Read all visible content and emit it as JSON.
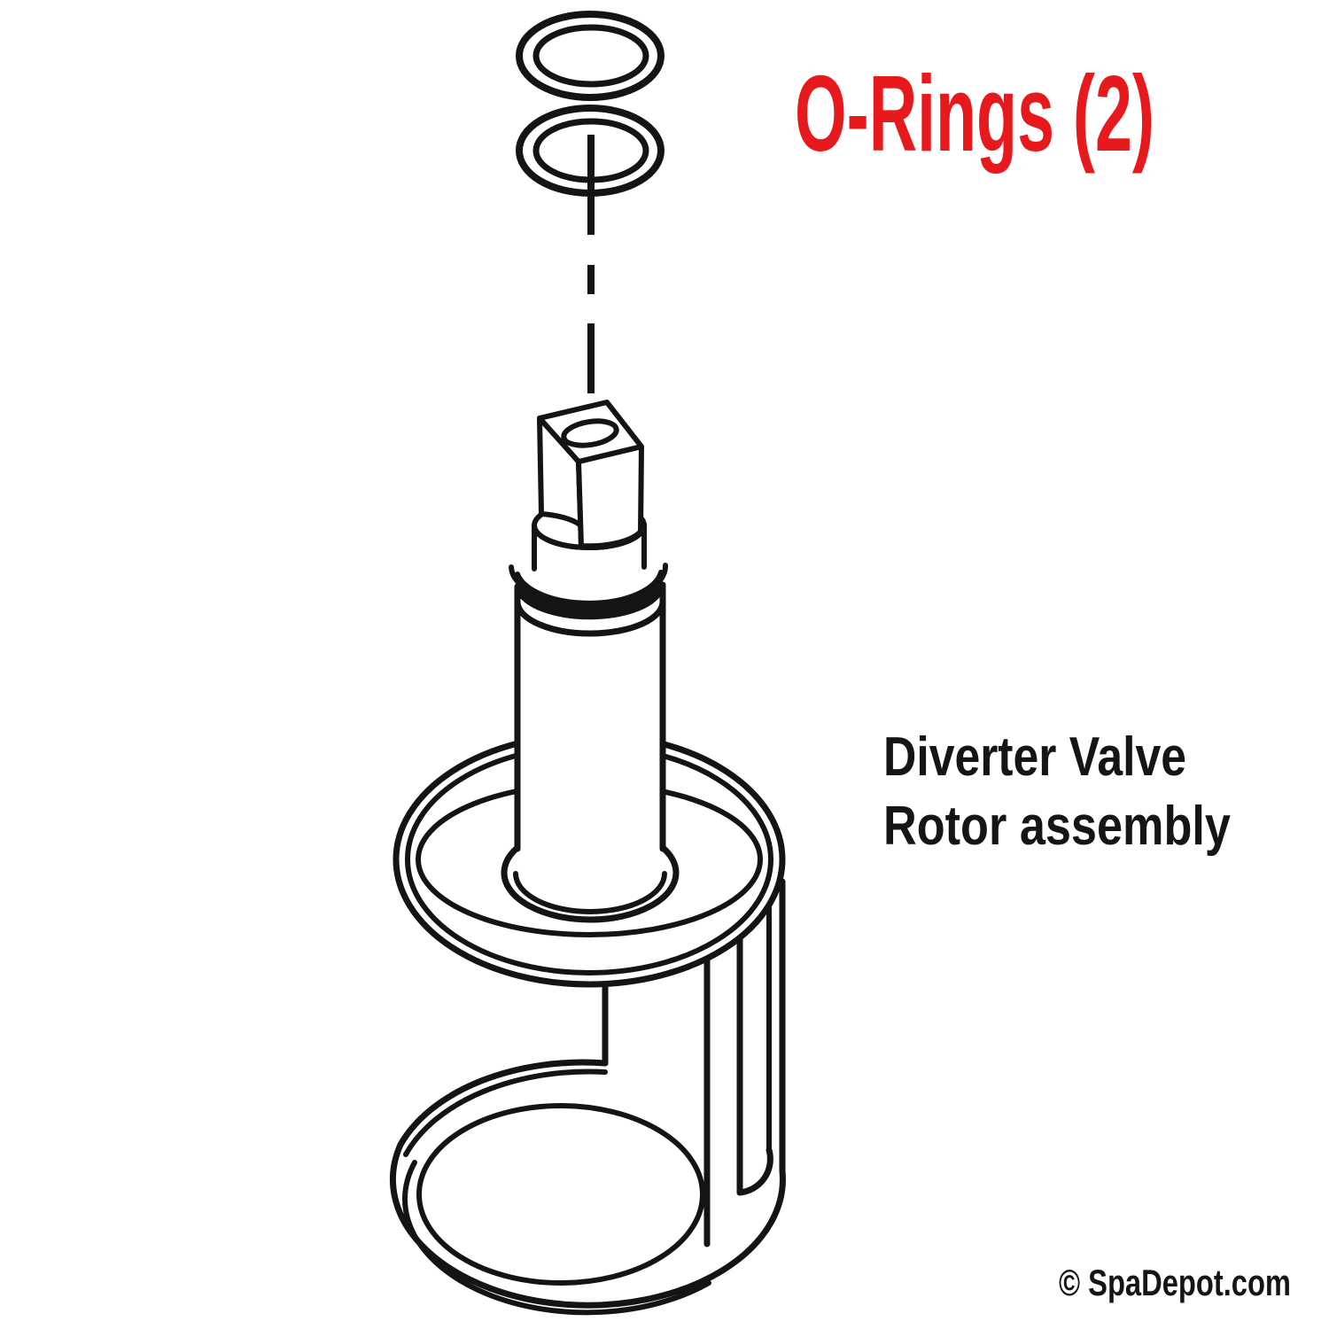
{
  "diagram": {
    "labels": {
      "o_rings": "O-Rings (2)",
      "part_name_line1": "Diverter Valve",
      "part_name_line2": "Rotor assembly",
      "copyright": "© SpaDepot.com"
    },
    "colors": {
      "accent_red": "#e8191c",
      "line_black": "#141414",
      "background": "#ffffff"
    },
    "o_ring_count": "2"
  }
}
